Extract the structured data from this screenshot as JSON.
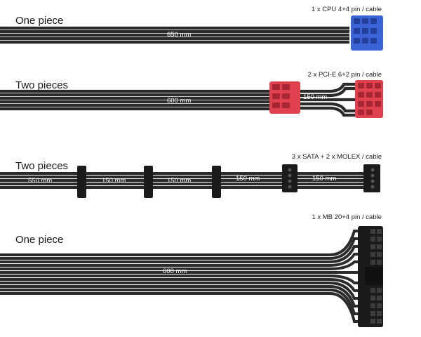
{
  "cables": [
    {
      "title": "One piece",
      "spec": "1 x CPU 4+4 pin / cable",
      "segments": [
        "650 mm"
      ],
      "connector_color": "#3a63d6"
    },
    {
      "title": "Two pieces",
      "spec": "2 x PCI-E 6+2 pin / cable",
      "segments": [
        "600 mm",
        "150 mm"
      ],
      "connector_color": "#e0414f"
    },
    {
      "title": "Two pieces",
      "spec": "3 x  SATA + 2 x MOLEX / cable",
      "segments": [
        "550 mm",
        "150 mm",
        "150 mm",
        "150 mm",
        "150 mm"
      ],
      "connector_color": "#1b1b1b"
    },
    {
      "title": "One piece",
      "spec": "1 x MB 20+4 pin / cable",
      "segments": [
        "600 mm"
      ],
      "connector_color": "#1b1b1b"
    }
  ]
}
